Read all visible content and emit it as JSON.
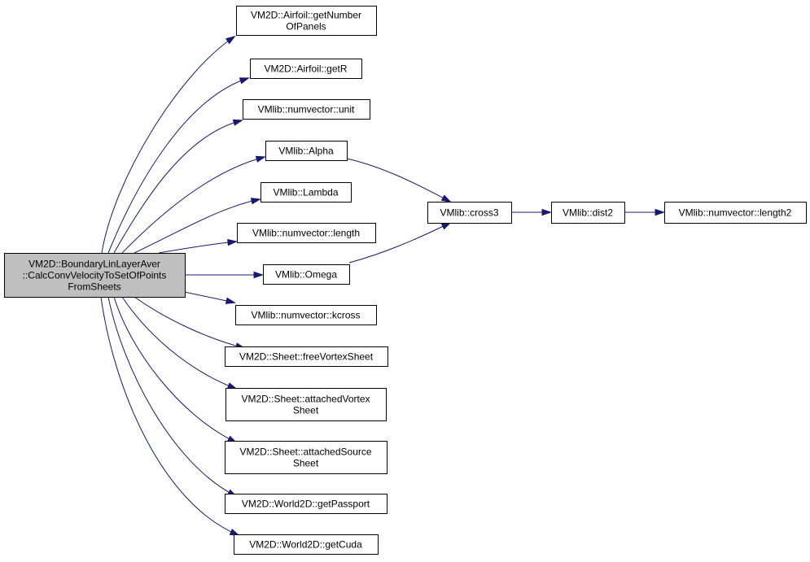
{
  "colors": {
    "root_fill": "#bfbfbf",
    "node_fill": "#ffffff",
    "node_border": "#000000",
    "edge": "#191970"
  },
  "nodes": {
    "root": [
      "VM2D::BoundaryLinLayerAver",
      "::CalcConvVelocityToSetOfPoints",
      "FromSheets"
    ],
    "getNumberOfPanels": [
      "VM2D::Airfoil::getNumber",
      "OfPanels"
    ],
    "getR": [
      "VM2D::Airfoil::getR"
    ],
    "unit": [
      "VMlib::numvector::unit"
    ],
    "alpha": [
      "VMlib::Alpha"
    ],
    "lambda": [
      "VMlib::Lambda"
    ],
    "length": [
      "VMlib::numvector::length"
    ],
    "omega": [
      "VMlib::Omega"
    ],
    "kcross": [
      "VMlib::numvector::kcross"
    ],
    "freeVortexSheet": [
      "VM2D::Sheet::freeVortexSheet"
    ],
    "attachedVortexSheet": [
      "VM2D::Sheet::attachedVortex",
      "Sheet"
    ],
    "attachedSourceSheet": [
      "VM2D::Sheet::attachedSource",
      "Sheet"
    ],
    "getPassport": [
      "VM2D::World2D::getPassport"
    ],
    "getCuda": [
      "VM2D::World2D::getCuda"
    ],
    "cross3": [
      "VMlib::cross3"
    ],
    "dist2": [
      "VMlib::dist2"
    ],
    "length2": [
      "VMlib::numvector::length2"
    ]
  },
  "edges": [
    [
      "root",
      "getNumberOfPanels"
    ],
    [
      "root",
      "getR"
    ],
    [
      "root",
      "unit"
    ],
    [
      "root",
      "alpha"
    ],
    [
      "root",
      "lambda"
    ],
    [
      "root",
      "length"
    ],
    [
      "root",
      "omega"
    ],
    [
      "root",
      "kcross"
    ],
    [
      "root",
      "freeVortexSheet"
    ],
    [
      "root",
      "attachedVortexSheet"
    ],
    [
      "root",
      "attachedSourceSheet"
    ],
    [
      "root",
      "getPassport"
    ],
    [
      "root",
      "getCuda"
    ],
    [
      "alpha",
      "cross3"
    ],
    [
      "omega",
      "cross3"
    ],
    [
      "cross3",
      "dist2"
    ],
    [
      "dist2",
      "length2"
    ]
  ]
}
